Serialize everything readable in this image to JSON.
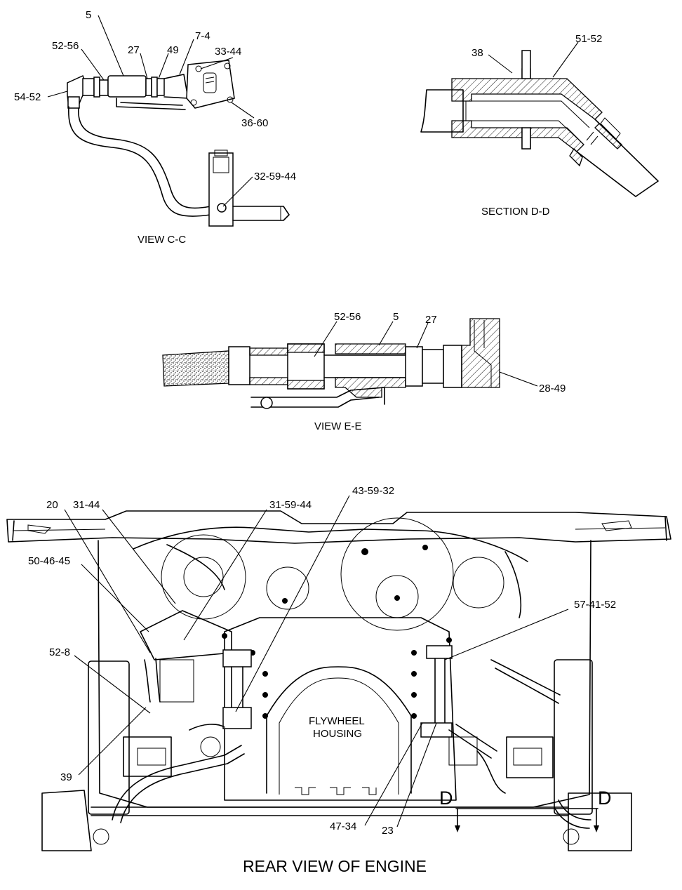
{
  "view_cc": {
    "caption": "VIEW C-C",
    "callouts": [
      "5",
      "52-56",
      "27",
      "49",
      "7-4",
      "33-44",
      "54-52",
      "36-60",
      "32-59-44"
    ]
  },
  "section_dd": {
    "caption": "SECTION D-D",
    "callouts": [
      "38",
      "51-52"
    ]
  },
  "view_ee": {
    "caption": "VIEW E-E",
    "callouts": [
      "52-56",
      "5",
      "27",
      "28-49"
    ]
  },
  "rear_view": {
    "caption": "REAR VIEW OF ENGINE",
    "housing_label_line1": "FLYWHEEL",
    "housing_label_line2": "HOUSING",
    "section_marker": "D",
    "callouts": [
      "43-59-32",
      "20",
      "31-44",
      "31-59-44",
      "50-46-45",
      "57-41-52",
      "52-8",
      "39",
      "47-34",
      "23"
    ]
  }
}
